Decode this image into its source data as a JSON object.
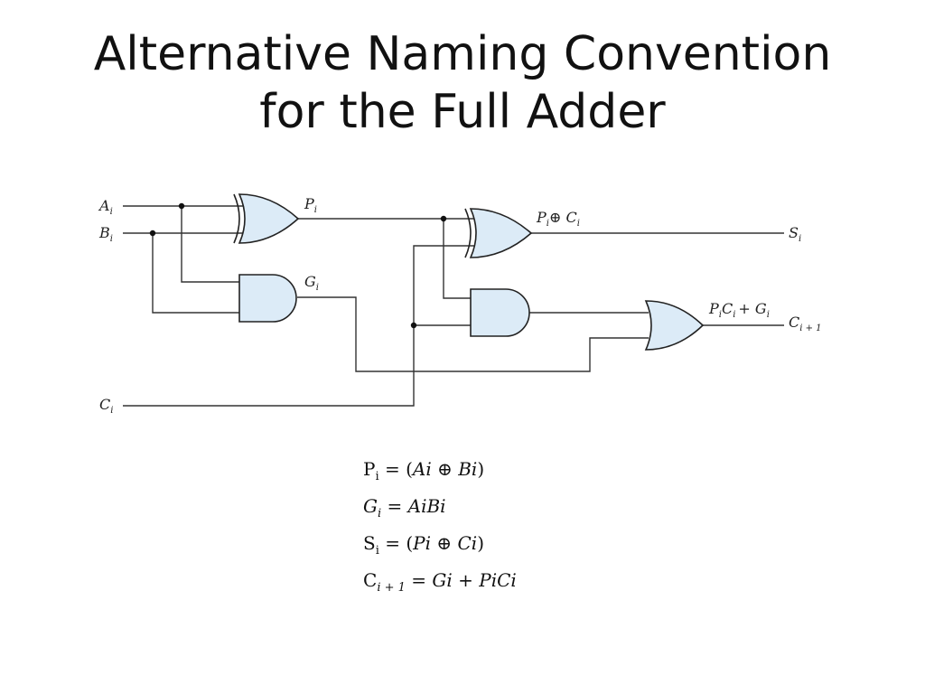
{
  "title": {
    "line1": "Alternative Naming Convention",
    "line2": "for the Full Adder"
  },
  "diagram": {
    "labels": {
      "a_in": {
        "main": "A",
        "sub": "i"
      },
      "b_in": {
        "main": "B",
        "sub": "i"
      },
      "c_in": {
        "main": "C",
        "sub": "i"
      },
      "p_out": {
        "main": "P",
        "sub": "i"
      },
      "g_out": {
        "main": "G",
        "sub": "i"
      },
      "pxorc": {
        "p": "P",
        "sub1": "i",
        "op": "⊕ C",
        "sub2": "i"
      },
      "s_out": {
        "main": "S",
        "sub": "i"
      },
      "pcg": {
        "p": "P",
        "sub1": "i",
        "c": "C",
        "sub2": "i",
        "rest": "+ G",
        "sub3": "i"
      },
      "cout": {
        "main": "C",
        "sub": "i + 1"
      }
    }
  },
  "equations": {
    "p": {
      "lhs": "P",
      "sub": "i",
      "eq": " = (",
      "rhs": "Ai ⊕ Bi",
      "close": ")"
    },
    "g": {
      "lhs": "G",
      "sub": "i",
      "eq": " = ",
      "rhs": "AiBi"
    },
    "s": {
      "lhs": "S",
      "sub": "i",
      "eq": " = (",
      "rhs": "Pi ⊕ Ci",
      "close": ")"
    },
    "c": {
      "lhs": "C",
      "sub": "i + 1",
      "eq": " = ",
      "rhs": "Gi + PiCi"
    }
  }
}
